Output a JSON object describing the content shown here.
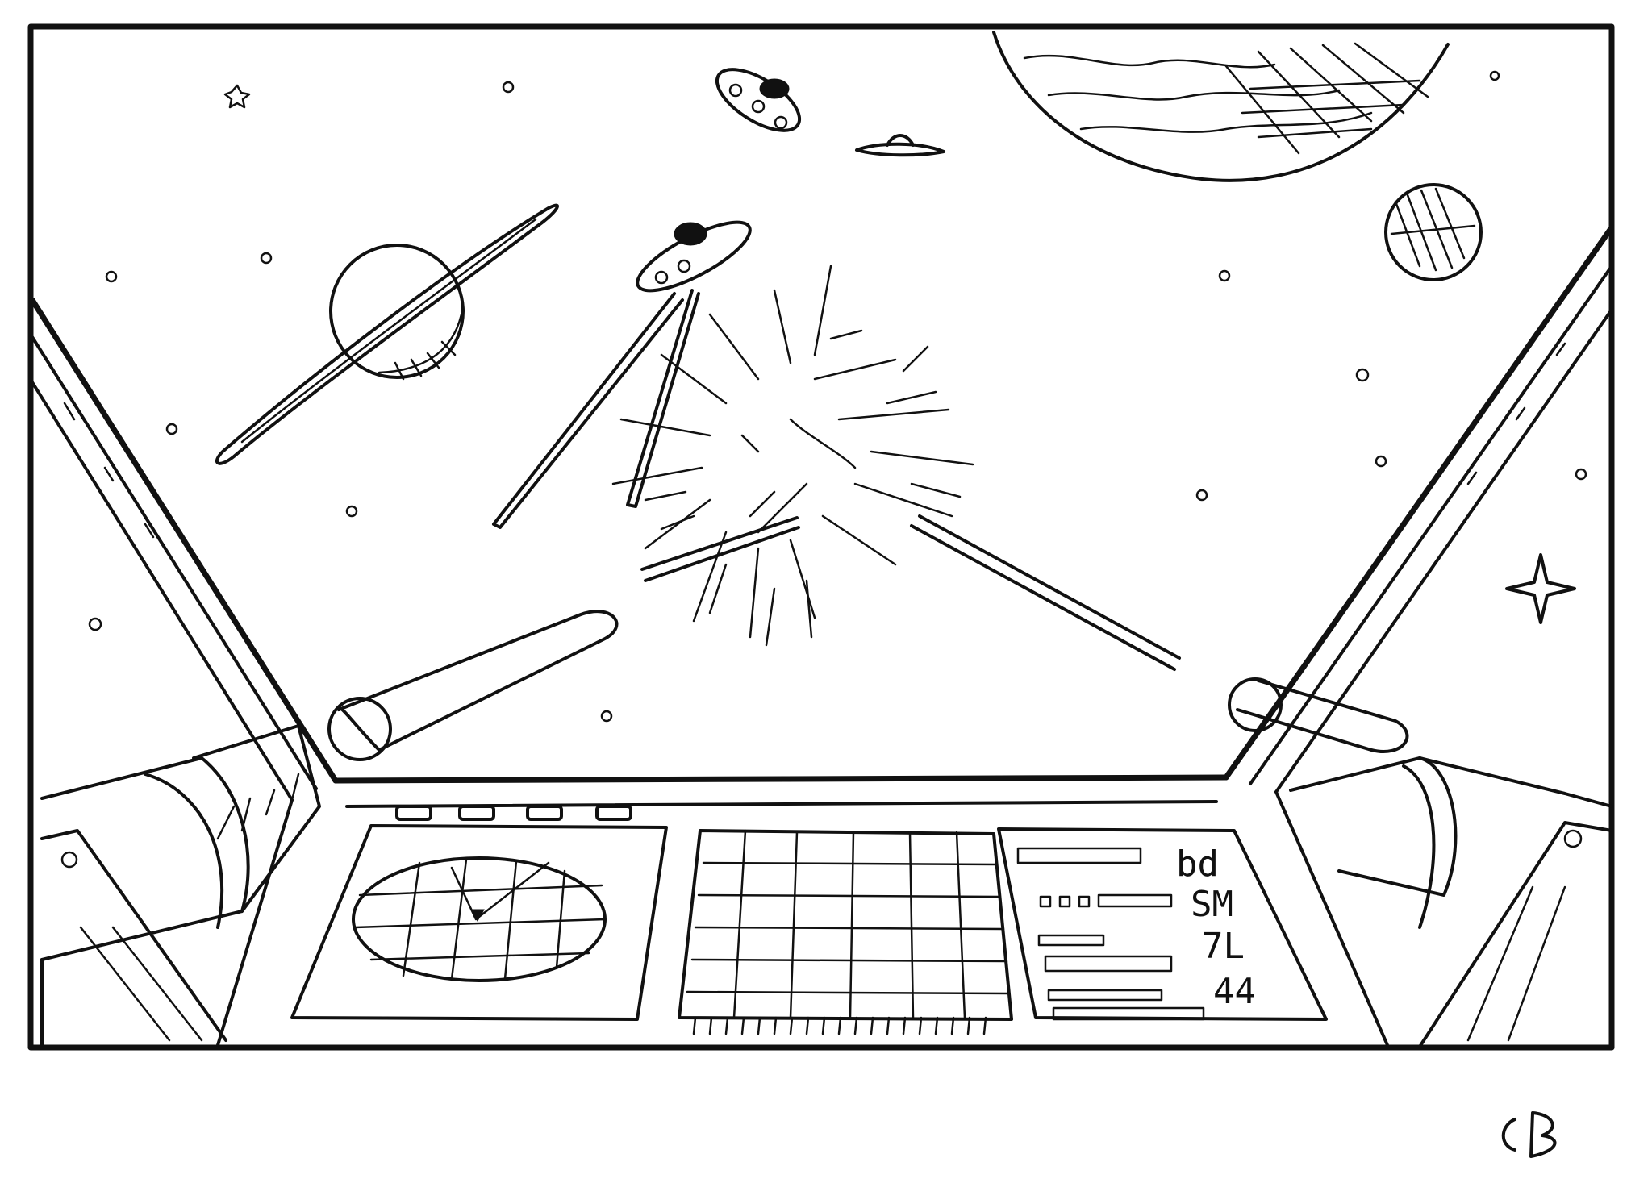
{
  "artwork": {
    "ink_color": "#111111",
    "paper_color": "#ffffff",
    "readouts": [
      "bd",
      "SM",
      "7L",
      "44"
    ],
    "signature_mark": "B"
  }
}
